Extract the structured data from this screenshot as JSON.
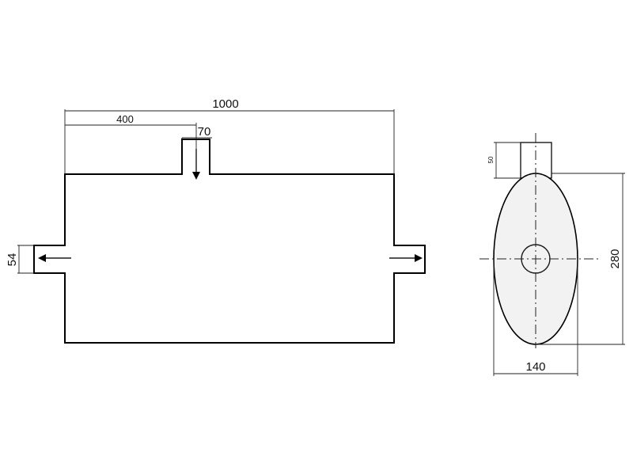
{
  "dimensions": {
    "overall_length": "1000",
    "inlet_offset": "400",
    "inlet_width": "70",
    "outlet_height": "54",
    "inlet_stub_height": "50",
    "section_height": "280",
    "section_width": "140"
  },
  "colors": {
    "line": "#000000",
    "section_fill": "#f2f2f2",
    "background": "#ffffff"
  },
  "icons": {
    "flow_arrow": "arrow-icon"
  }
}
